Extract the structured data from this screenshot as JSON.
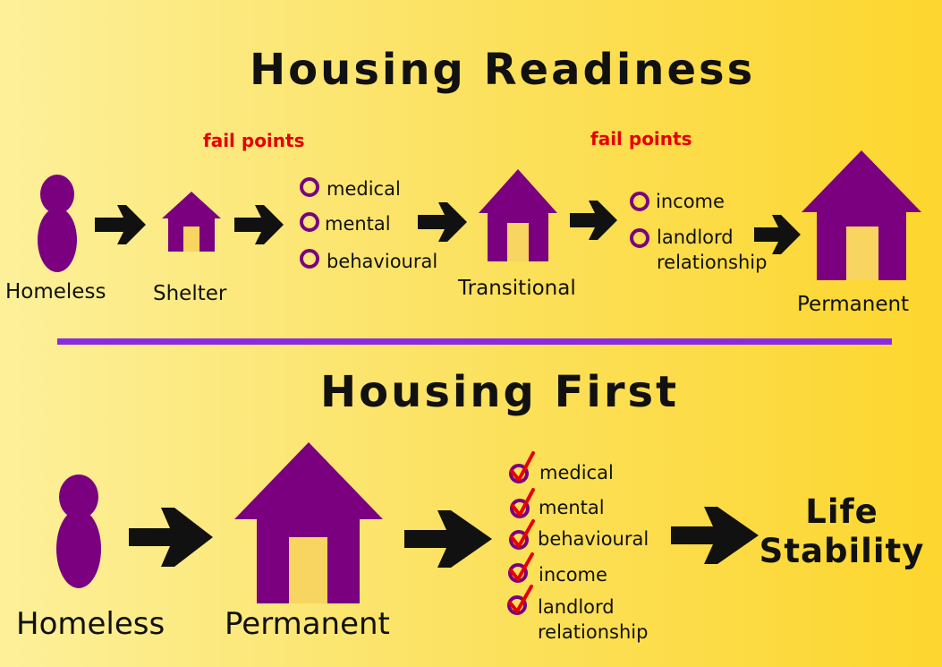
{
  "readiness": {
    "title": "Housing Readiness",
    "fail_label_1": "fail points",
    "fail_label_2": "fail points",
    "stages": {
      "homeless": "Homeless",
      "shelter": "Shelter",
      "transitional": "Transitional",
      "permanent": "Permanent"
    },
    "fail_points_1": [
      "medical",
      "mental",
      "behavioural"
    ],
    "fail_points_2": [
      "income",
      "landlord",
      "relationship"
    ]
  },
  "first": {
    "title": "Housing First",
    "stages": {
      "homeless": "Homeless",
      "permanent": "Permanent"
    },
    "supports": [
      "medical",
      "mental",
      "behavioural",
      "income",
      "landlord",
      "relationship"
    ],
    "outcome_line1": "Life",
    "outcome_line2": "Stability"
  },
  "colors": {
    "purple": "#7a0080",
    "door": "#f7d560",
    "divider": "#8a2be2",
    "fail_red": "#e60000",
    "check_red": "#e60000"
  },
  "icons": [
    "person-icon",
    "house-icon",
    "arrow-right-icon",
    "circle-icon",
    "check-icon"
  ]
}
